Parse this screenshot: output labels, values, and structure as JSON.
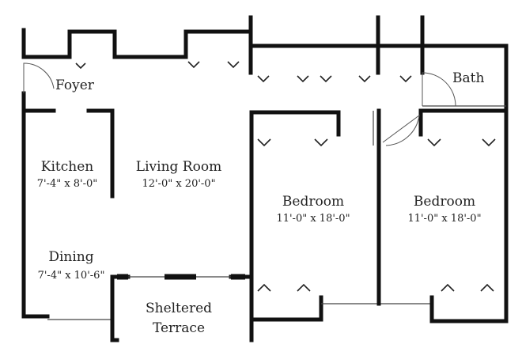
{
  "rooms": {
    "foyer": {
      "name": "Foyer"
    },
    "bath": {
      "name": "Bath"
    },
    "kitchen": {
      "name": "Kitchen",
      "dims": "7'-4\" x 8'-0\""
    },
    "living": {
      "name": "Living Room",
      "dims": "12'-0\" x 20'-0\""
    },
    "bedroom1": {
      "name": "Bedroom",
      "dims": "11'-0\" x 18'-0\""
    },
    "bedroom2": {
      "name": "Bedroom",
      "dims": "11'-0\" x 18'-0\""
    },
    "dining": {
      "name": "Dining",
      "dims": "7'-4\" x 10'-6\""
    },
    "terrace": {
      "name_line1": "Sheltered",
      "name_line2": "Terrace"
    }
  }
}
